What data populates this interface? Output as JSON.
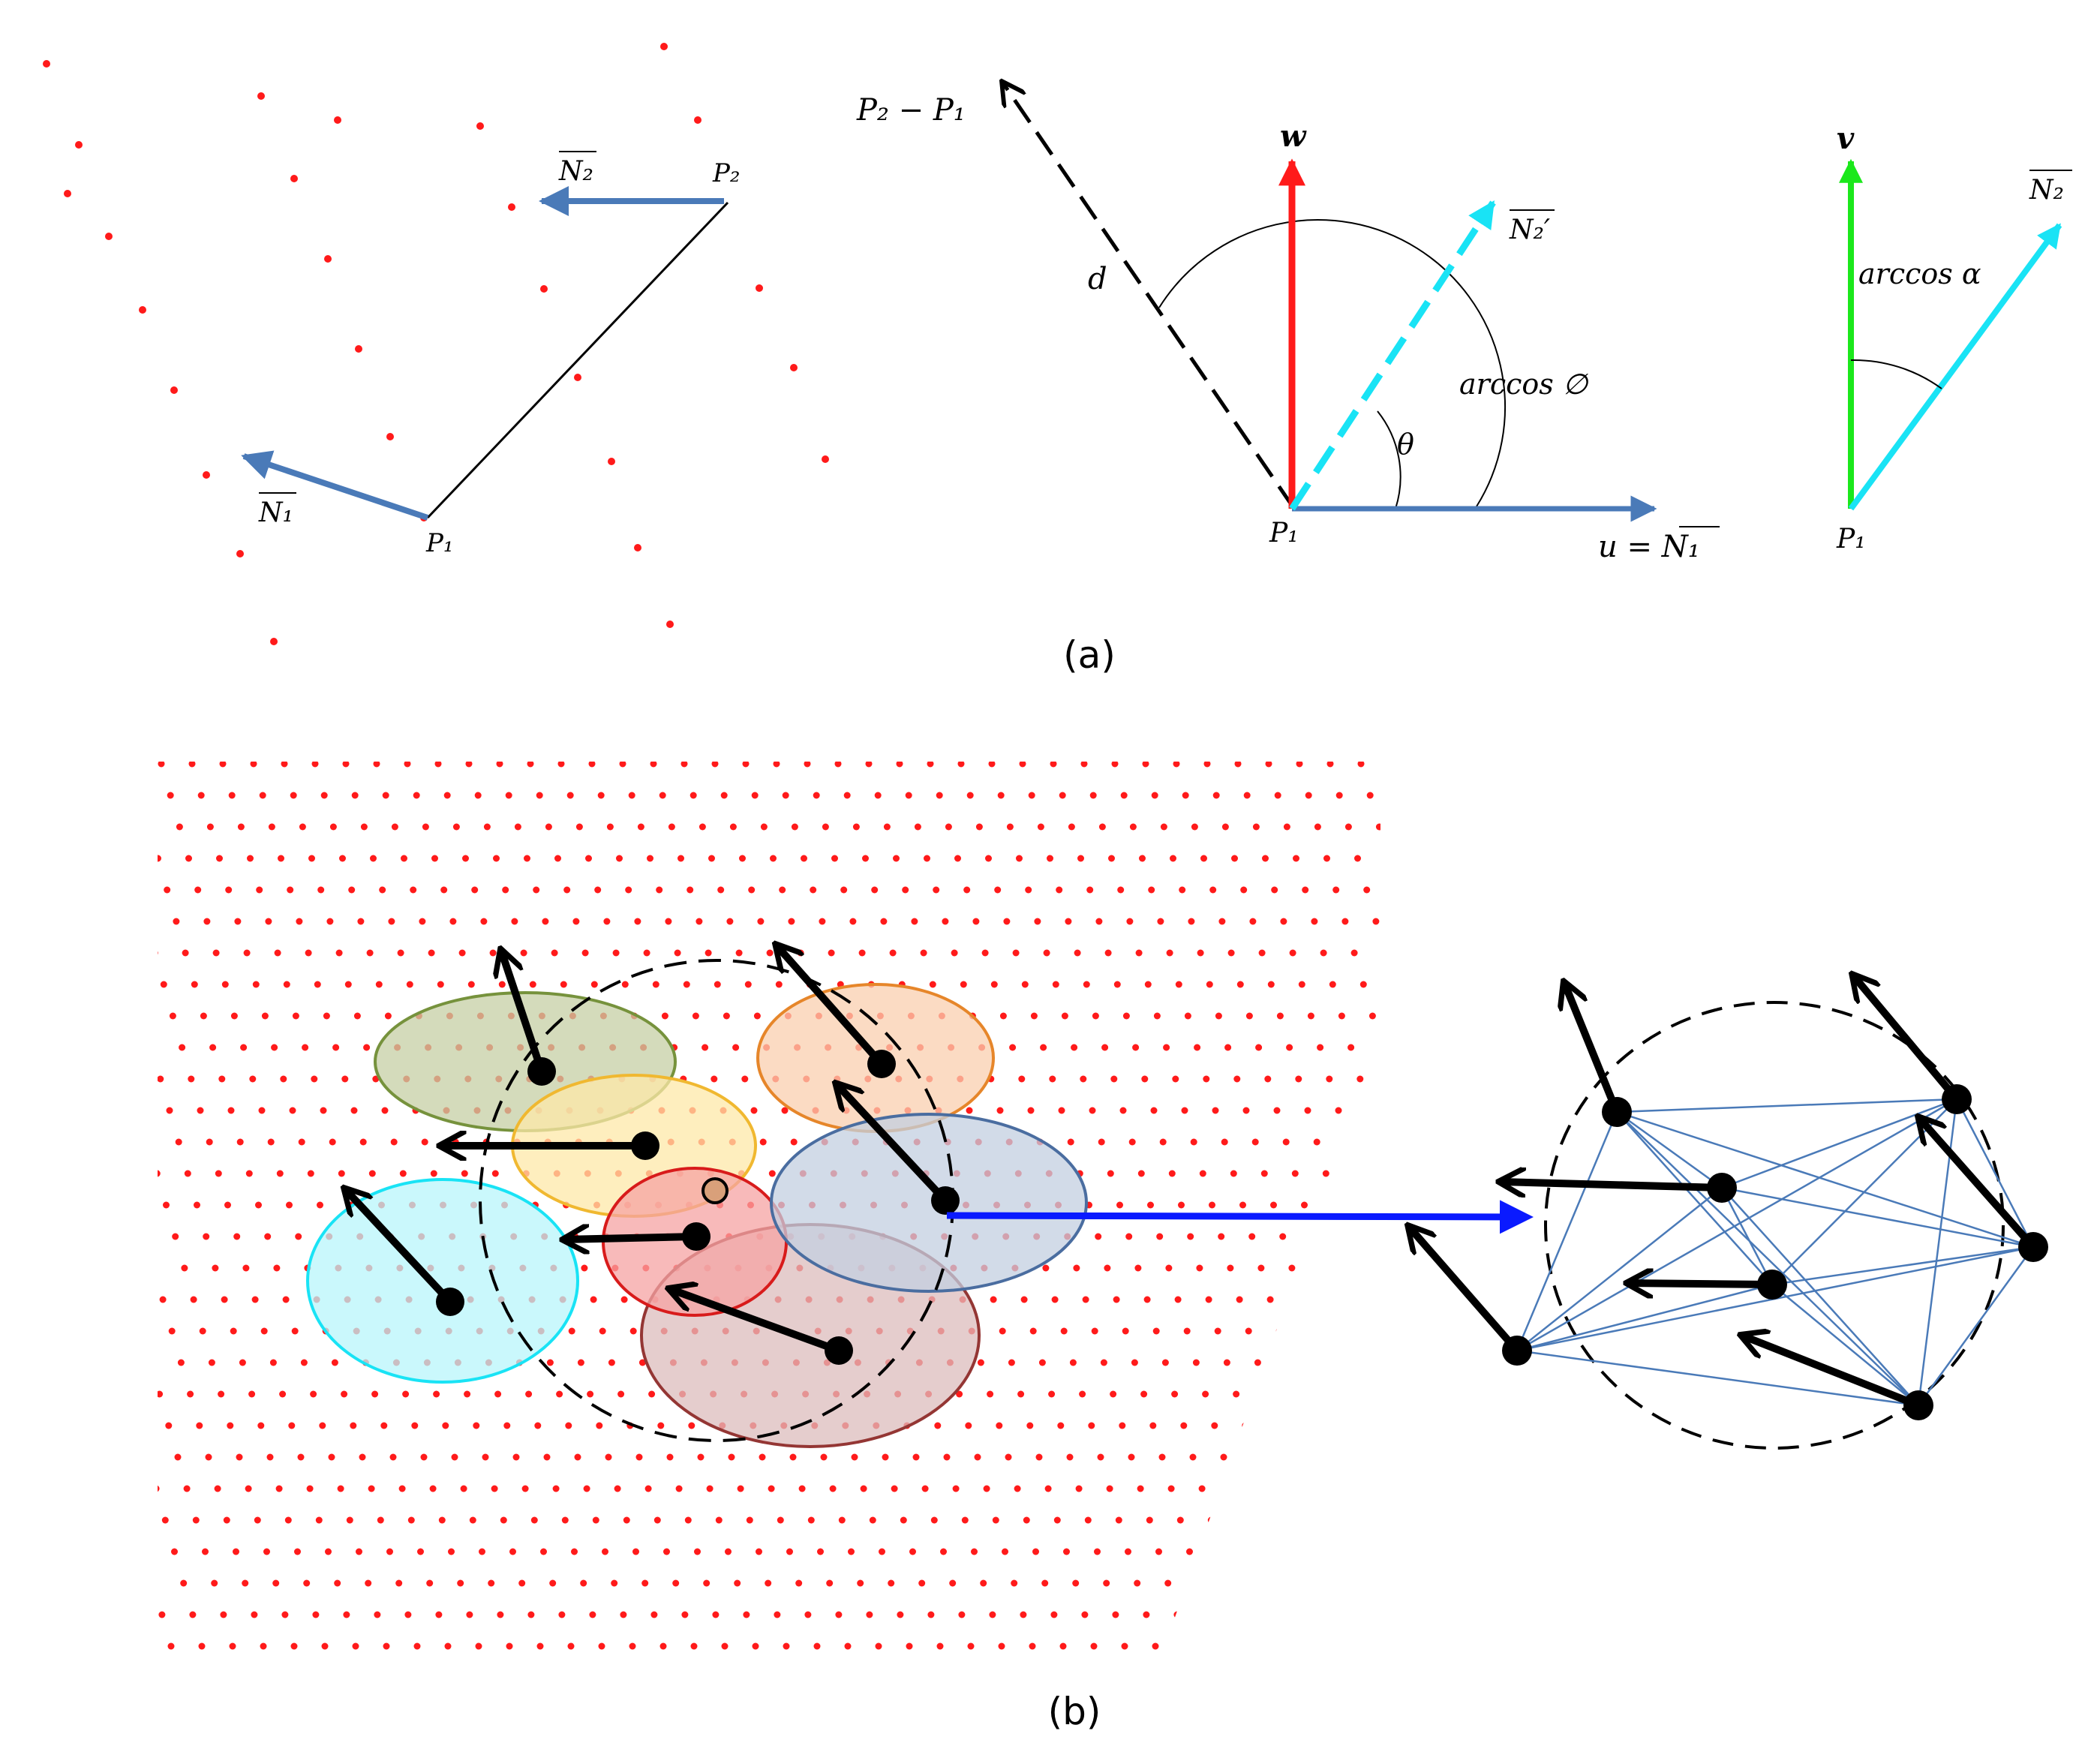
{
  "colors": {
    "point": "#ff1a1a",
    "normal_blue": "#4a7ab8",
    "cyan": "#19e3f5",
    "red_axis": "#ff1a1a",
    "green_axis": "#1be81b",
    "graph_edge": "#4a7ab8",
    "big_arrow": "#0a1aff"
  },
  "panel_a": {
    "caption": "(a)",
    "left": {
      "n1_label": "N₁",
      "n2_label": "N₂",
      "p1_label": "P₁",
      "p2_label": "P₂"
    },
    "middle": {
      "p2_minus_p1_label": "P₂ − P₁",
      "d_label": "d",
      "w_label": "w",
      "n2_prime_label": "N₂′",
      "theta_label": "θ",
      "arccos_phi_label": "arccos ∅",
      "p1_label": "P₁",
      "u_label": "u = N₁"
    },
    "right": {
      "v_label": "v",
      "n2_label": "N₂",
      "arccos_alpha_label": "arccos α",
      "p1_label": "P₁"
    }
  },
  "panel_b": {
    "caption": "(b)",
    "clusters": [
      {
        "name": "green",
        "fill": "#c6cfa4",
        "stroke": "#76923c"
      },
      {
        "name": "yellow",
        "fill": "#fde8a8",
        "stroke": "#f0b830"
      },
      {
        "name": "cyan",
        "fill": "#b8f6fb",
        "stroke": "#19e3f5"
      },
      {
        "name": "red",
        "fill": "#f5a3a3",
        "stroke": "#d81b1b"
      },
      {
        "name": "maroon",
        "fill": "#dcbcbc",
        "stroke": "#943634"
      },
      {
        "name": "orange",
        "fill": "#f9cfaf",
        "stroke": "#e6862a"
      },
      {
        "name": "blue",
        "fill": "#c3cfe0",
        "stroke": "#4a6da0"
      }
    ]
  }
}
